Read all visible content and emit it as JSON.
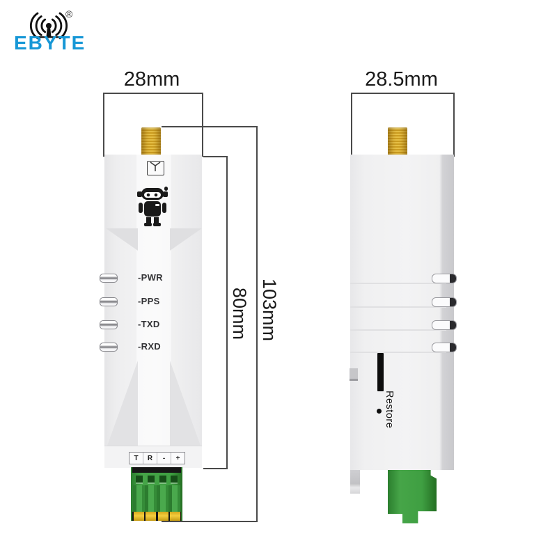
{
  "logo": {
    "brand": "EBYTE",
    "registered_mark": "®",
    "brand_color": "#1697d6",
    "icon": "antenna-waves-icon"
  },
  "dimensions": {
    "front_width_label": "28mm",
    "side_width_label": "28.5mm",
    "body_height_label": "80mm",
    "total_height_label": "103mm",
    "line_color": "#4a4a4a"
  },
  "front_view": {
    "led_labels": [
      "-PWR",
      "-PPS",
      "-TXD",
      "-RXD"
    ],
    "terminal_labels": [
      "T",
      "R",
      "-",
      "+"
    ],
    "icons": [
      "antenna-symbol-icon",
      "robot-mascot-icon"
    ]
  },
  "side_view": {
    "restore_label": "Restore"
  },
  "colors": {
    "device_body": "#f0f0f1",
    "connector_gold": "#e7b83c",
    "terminal_green": "#3f9f42",
    "pin_gold": "#e3b61f"
  }
}
